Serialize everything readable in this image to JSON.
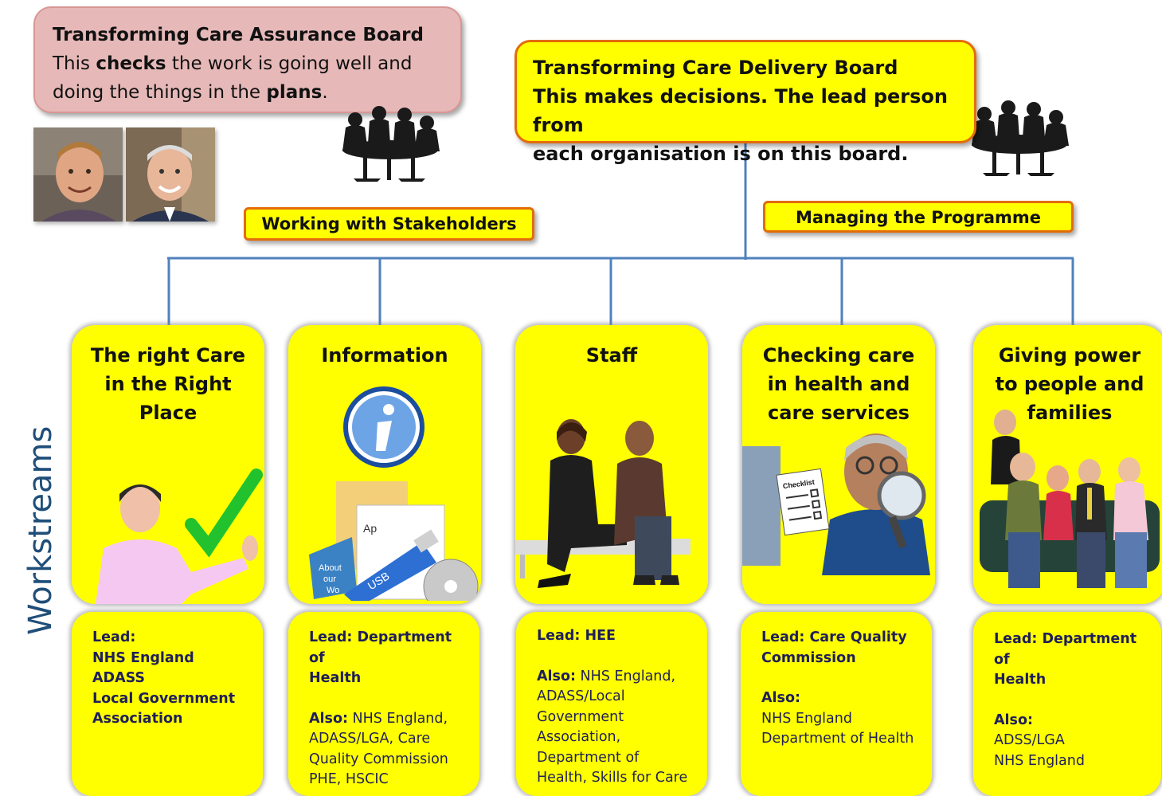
{
  "assurance_board": {
    "title": "Transforming Care Assurance Board",
    "line1_pre": "This ",
    "line1_bold": "checks",
    "line1_post": " the work is going well and",
    "line2_pre": "doing the things in the ",
    "line2_bold": "plans",
    "line2_post": "."
  },
  "delivery_board": {
    "title": "Transforming Care Delivery Board",
    "line1": "This makes decisions. The lead person from",
    "line2": "each organisation is on this board."
  },
  "tags": {
    "stakeholders": "Working with Stakeholders",
    "programme": "Managing the Programme"
  },
  "side_label": "Workstreams",
  "workstreams": [
    {
      "title_lines": [
        "The right Care",
        "in the Right",
        "Place"
      ],
      "info": {
        "lead_label": "Lead:",
        "lead_lines": [
          "NHS England",
          "ADASS",
          "Local Government",
          "Association"
        ]
      }
    },
    {
      "title_lines": [
        "Information"
      ],
      "illustration_text": {
        "about": "About",
        "our": "our",
        "wo": "Wo",
        "app": "Ap",
        "usb": "USB",
        "disc": "disc"
      },
      "info": {
        "lead_lines": [
          "Lead: Department of",
          "Health"
        ],
        "also_label": "Also:",
        "also_lines": [
          " NHS England,",
          "ADASS/LGA, Care",
          "Quality Commission",
          "PHE, HSCIC"
        ]
      }
    },
    {
      "title_lines": [
        "Staff"
      ],
      "info": {
        "lead_lines": [
          "Lead: HEE"
        ],
        "also_label": "Also:",
        "also_lines": [
          " NHS England,",
          "ADASS/Local",
          "Government",
          "Association,",
          "Department of",
          "Health, Skills for Care"
        ]
      }
    },
    {
      "title_lines": [
        "Checking care",
        "in health and",
        "care services"
      ],
      "illustration_text": {
        "checklist": "Checklist"
      },
      "info": {
        "lead_lines": [
          "Lead: Care Quality",
          "Commission"
        ],
        "also_label": "Also:",
        "also_lines": [
          "NHS England",
          "Department of Health"
        ]
      }
    },
    {
      "title_lines": [
        "Giving power",
        "to people and",
        "families"
      ],
      "info": {
        "lead_lines": [
          "Lead: Department of",
          "Health"
        ],
        "also_label": "Also:",
        "also_lines": [
          "ADSS/LGA",
          "NHS England"
        ]
      }
    }
  ],
  "colors": {
    "card_yellow": "#ffff00",
    "tag_border": "#e36c0a",
    "assurance_fill": "#e6b9b8",
    "connector": "#4f81bd",
    "side_label": "#1f4e79"
  }
}
